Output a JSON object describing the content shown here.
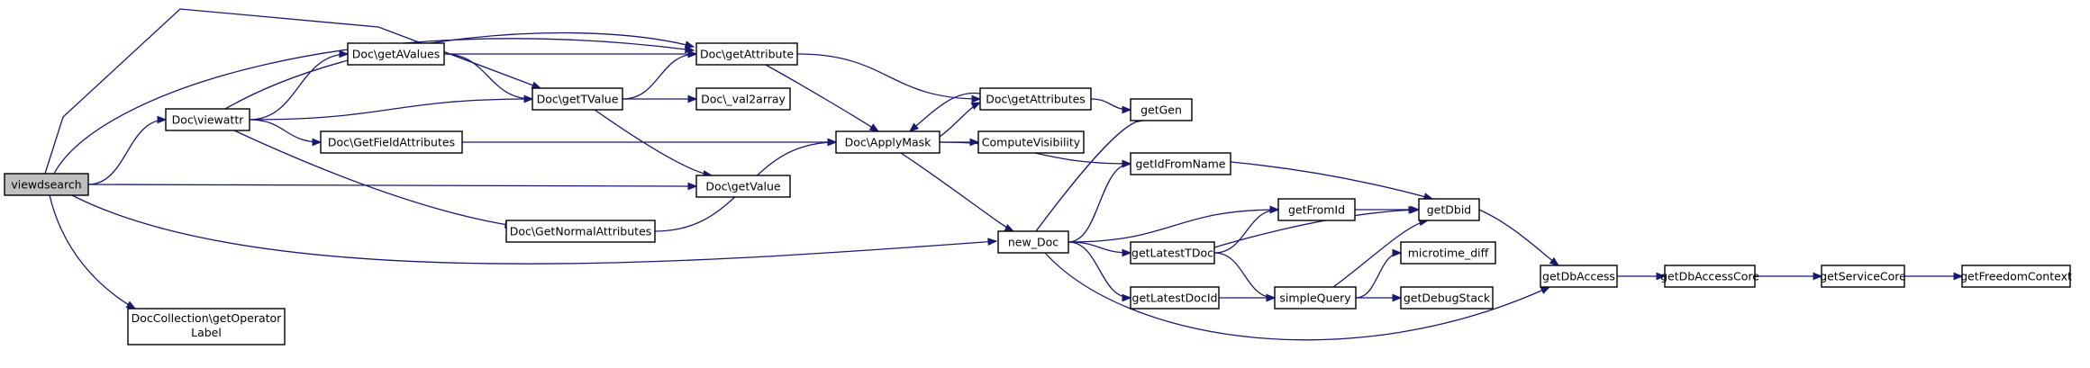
{
  "graph": {
    "nodes": [
      {
        "id": "viewdsearch",
        "label": "viewdsearch",
        "root": true
      },
      {
        "id": "viewattr",
        "label": "Doc\\viewattr"
      },
      {
        "id": "getOperatorLabel",
        "label": "DocCollection\\getOperator",
        "label2": "Label"
      },
      {
        "id": "getAValues",
        "label": "Doc\\getAValues"
      },
      {
        "id": "getTValue",
        "label": "Doc\\getTValue"
      },
      {
        "id": "GetFieldAttributes",
        "label": "Doc\\GetFieldAttributes"
      },
      {
        "id": "GetNormalAttributes",
        "label": "Doc\\GetNormalAttributes"
      },
      {
        "id": "getAttribute",
        "label": "Doc\\getAttribute"
      },
      {
        "id": "val2array",
        "label": "Doc\\_val2array"
      },
      {
        "id": "getValue",
        "label": "Doc\\getValue"
      },
      {
        "id": "ApplyMask",
        "label": "Doc\\ApplyMask"
      },
      {
        "id": "getAttributes",
        "label": "Doc\\getAttributes"
      },
      {
        "id": "ComputeVisibility",
        "label": "ComputeVisibility"
      },
      {
        "id": "new_Doc",
        "label": "new_Doc"
      },
      {
        "id": "getGen",
        "label": "getGen"
      },
      {
        "id": "getIdFromName",
        "label": "getIdFromName"
      },
      {
        "id": "getFromId",
        "label": "getFromId"
      },
      {
        "id": "getLatestTDoc",
        "label": "getLatestTDoc"
      },
      {
        "id": "getLatestDocId",
        "label": "getLatestDocId"
      },
      {
        "id": "simpleQuery",
        "label": "simpleQuery"
      },
      {
        "id": "getDbid",
        "label": "getDbid"
      },
      {
        "id": "microtime_diff",
        "label": "microtime_diff"
      },
      {
        "id": "getDebugStack",
        "label": "getDebugStack"
      },
      {
        "id": "getDbAccess",
        "label": "getDbAccess"
      },
      {
        "id": "getDbAccessCore",
        "label": "getDbAccessCore"
      },
      {
        "id": "getServiceCore",
        "label": "getServiceCore"
      },
      {
        "id": "getFreedomContext",
        "label": "getFreedomContext"
      }
    ],
    "edges": [
      [
        "viewdsearch",
        "viewattr"
      ],
      [
        "viewdsearch",
        "getAttribute"
      ],
      [
        "viewdsearch",
        "getTValue"
      ],
      [
        "viewdsearch",
        "getValue"
      ],
      [
        "viewdsearch",
        "new_Doc"
      ],
      [
        "viewdsearch",
        "getOperatorLabel"
      ],
      [
        "viewattr",
        "getAValues"
      ],
      [
        "viewattr",
        "getTValue"
      ],
      [
        "viewattr",
        "getAttribute"
      ],
      [
        "viewattr",
        "GetFieldAttributes"
      ],
      [
        "viewattr",
        "GetNormalAttributes"
      ],
      [
        "getAValues",
        "getAttribute"
      ],
      [
        "getAValues",
        "getTValue"
      ],
      [
        "getTValue",
        "getAttribute"
      ],
      [
        "getTValue",
        "val2array"
      ],
      [
        "getTValue",
        "getValue"
      ],
      [
        "getAttribute",
        "getAttributes"
      ],
      [
        "getAttribute",
        "ApplyMask"
      ],
      [
        "GetFieldAttributes",
        "ApplyMask"
      ],
      [
        "GetNormalAttributes",
        "ApplyMask"
      ],
      [
        "ApplyMask",
        "getAttributes"
      ],
      [
        "ApplyMask",
        "ComputeVisibility"
      ],
      [
        "ApplyMask",
        "getIdFromName"
      ],
      [
        "ApplyMask",
        "new_Doc"
      ],
      [
        "getAttributes",
        "ApplyMask"
      ],
      [
        "getAttributes",
        "getGen"
      ],
      [
        "new_Doc",
        "getGen"
      ],
      [
        "new_Doc",
        "getIdFromName"
      ],
      [
        "new_Doc",
        "getFromId"
      ],
      [
        "new_Doc",
        "getLatestTDoc"
      ],
      [
        "new_Doc",
        "getLatestDocId"
      ],
      [
        "new_Doc",
        "getDbAccess"
      ],
      [
        "getIdFromName",
        "getDbid"
      ],
      [
        "getFromId",
        "getDbid"
      ],
      [
        "getLatestTDoc",
        "getFromId"
      ],
      [
        "getLatestTDoc",
        "getDbid"
      ],
      [
        "getLatestTDoc",
        "simpleQuery"
      ],
      [
        "getLatestDocId",
        "simpleQuery"
      ],
      [
        "simpleQuery",
        "getDbid"
      ],
      [
        "simpleQuery",
        "microtime_diff"
      ],
      [
        "simpleQuery",
        "getDebugStack"
      ],
      [
        "getDbid",
        "getDbAccess"
      ],
      [
        "getDbAccess",
        "getDbAccessCore"
      ],
      [
        "getDbAccessCore",
        "getServiceCore"
      ],
      [
        "getServiceCore",
        "getFreedomContext"
      ]
    ]
  }
}
